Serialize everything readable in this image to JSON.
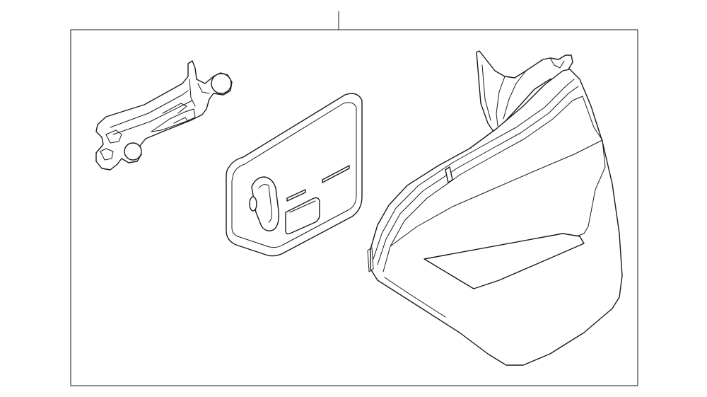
{
  "diagram": {
    "colors": {
      "line": "#1a1a1a",
      "background": "#ffffff"
    },
    "parts": [
      {
        "id": "mounting-bracket",
        "icon": "bracket-part-icon"
      },
      {
        "id": "switch-panel",
        "icon": "switch-panel-part-icon"
      },
      {
        "id": "mirror-housing",
        "icon": "mirror-housing-part-icon"
      }
    ]
  }
}
